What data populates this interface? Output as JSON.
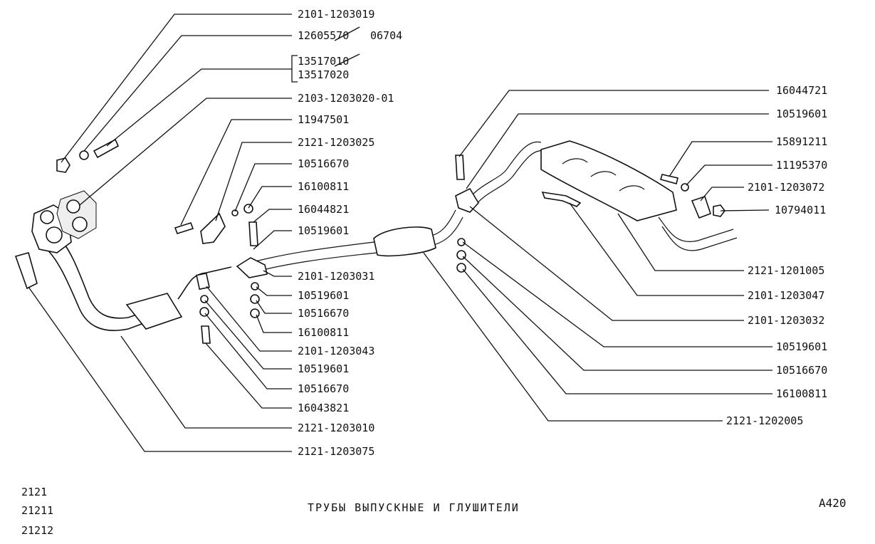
{
  "title": "ТРУБЫ ВЫПУСКНЫЕ И ГЛУШИТЕЛИ",
  "page_code": "A420",
  "models": [
    "2121",
    "21211",
    "21212"
  ],
  "labels_left": [
    "2101-1203019",
    "12605570",
    "06704",
    "13517010",
    "13517020",
    "2103-1203020-01",
    "11947501",
    "2121-1203025",
    "10516670",
    "16100811",
    "16044821",
    "10519601"
  ],
  "labels_middle": [
    "2101-1203031",
    "10519601",
    "10516670",
    "16100811",
    "2101-1203043",
    "10519601",
    "10516670",
    "16043821",
    "2121-1203010",
    "2121-1203075"
  ],
  "labels_right": [
    "16044721",
    "10519601",
    "15891211",
    "11195370",
    "2101-1203072",
    "10794011",
    "2121-1201005",
    "2101-1203047",
    "2101-1203032",
    "10519601",
    "10516670",
    "16100811",
    "2121-1202005"
  ]
}
